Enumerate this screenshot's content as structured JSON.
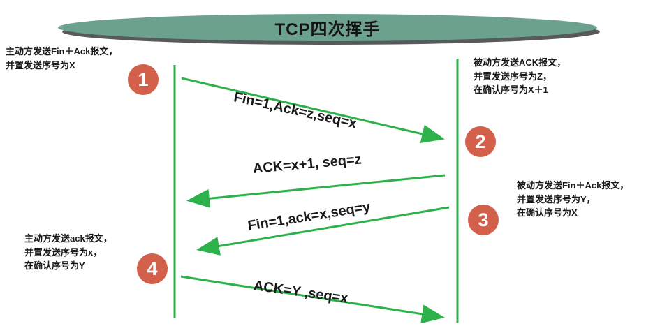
{
  "title": "TCP四次挥手",
  "colors": {
    "banner": "#6ba18d",
    "banner_shadow": "#58595b",
    "arrow": "#2db24b",
    "badge": "#d2604a",
    "text": "#1a1a1a"
  },
  "steps": [
    {
      "num": "1",
      "label": "Fin=1,Ack=z,seq=x"
    },
    {
      "num": "2",
      "label": "ACK=x+1, seq=z"
    },
    {
      "num": "3",
      "label": "Fin=1,ack=x,seq=y"
    },
    {
      "num": "4",
      "label": "ACK=Y ,seq=x"
    }
  ],
  "annotations": {
    "top_left": [
      "主动方发送Fin＋Ack报文，",
      "并置发送序号为X"
    ],
    "top_right": [
      "被动方发送ACK报文，",
      "并置发送序号为Z，",
      "在确认序号为X＋1"
    ],
    "mid_right": [
      "被动方发送Fin＋Ack报文，",
      "并置发送序号为Y，",
      "在确认序号为X"
    ],
    "bottom_left": [
      "主动方发送ack报文，",
      "并置发送序号为x，",
      "在确认序号为Y"
    ]
  }
}
